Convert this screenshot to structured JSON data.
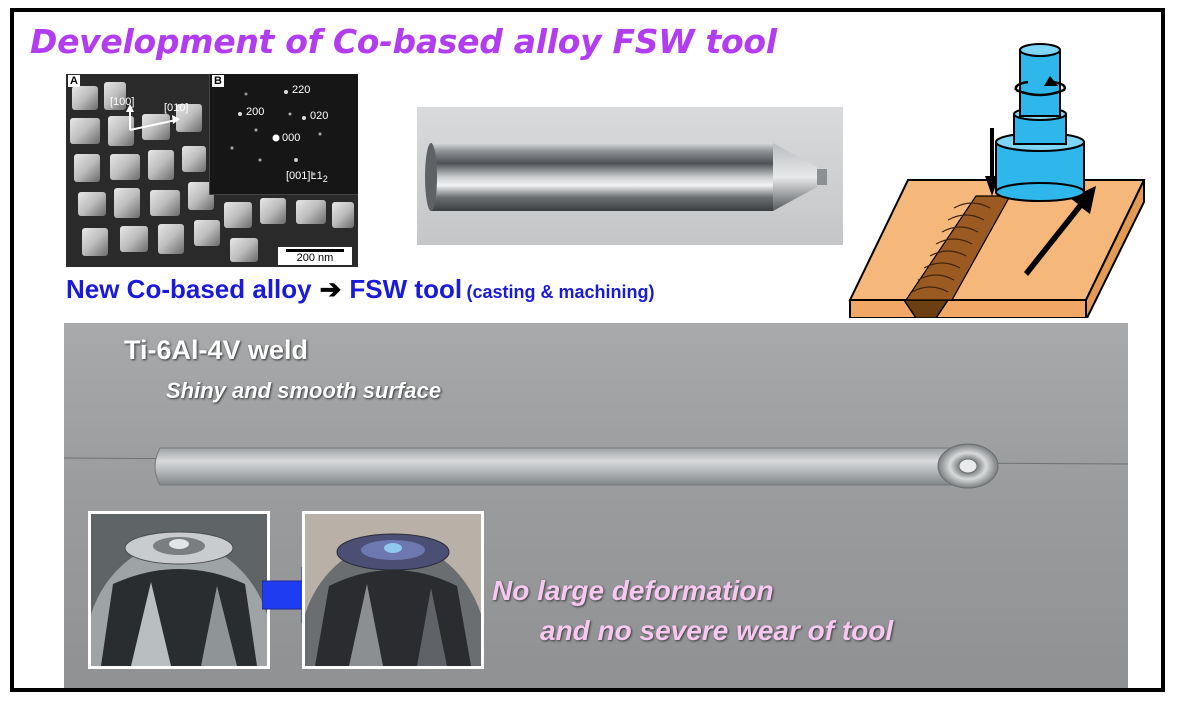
{
  "title": "Development of Co-based alloy FSW tool",
  "micrograph": {
    "panel_a": "A",
    "panel_b": "B",
    "dir_100": "[100]",
    "dir_010": "[010]",
    "spot_220": "220",
    "spot_200": "200",
    "spot_020": "020",
    "spot_000": "000",
    "zone_axis": "[001]L1",
    "zone_axis_sub": "2",
    "scale": "200 nm"
  },
  "caption": {
    "alloy": "New Co-based alloy",
    "arrow": "➔",
    "tool": "FSW tool",
    "process": "(casting & machining)"
  },
  "weld": {
    "title": "Ti-6Al-4V weld",
    "subtitle": "Shiny and smooth surface",
    "note_line1": "No large deformation",
    "note_line2": "and no severe wear of tool"
  },
  "colors": {
    "title": "#b23cf0",
    "caption": "#1a1adb",
    "note": "#f7c8f0",
    "tool_blue": "#2fb6ea",
    "plate_orange": "#f6b77a",
    "arrow_blue": "#1f3cf0"
  }
}
